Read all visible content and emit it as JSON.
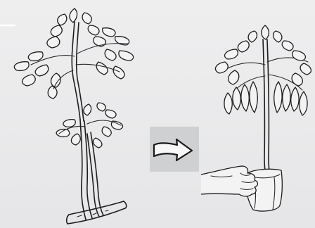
{
  "figure": {
    "panels": [
      "plant-with-layered-branch",
      "rooted-cutting-in-pot"
    ],
    "transition": "arrow-right",
    "style": "black-ink line drawing on light gray"
  }
}
